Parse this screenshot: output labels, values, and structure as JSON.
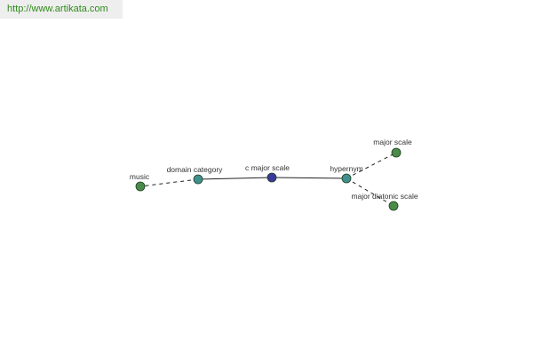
{
  "header": {
    "site_url": "http://www.artikata.com"
  },
  "colors": {
    "site_url_text": "#2e8b1a",
    "site_url_background": "#eeeeee",
    "node_term": "#3a3a9a",
    "node_relation": "#3f8f8f",
    "node_related_term": "#4a8a4a",
    "edge": "#222222"
  },
  "graph": {
    "center": {
      "label": "c major scale"
    },
    "relations": [
      {
        "label": "domain category",
        "targets": [
          {
            "label": "music"
          }
        ]
      },
      {
        "label": "hypernym",
        "targets": [
          {
            "label": "major scale"
          },
          {
            "label": "major diatonic scale"
          }
        ]
      }
    ]
  }
}
